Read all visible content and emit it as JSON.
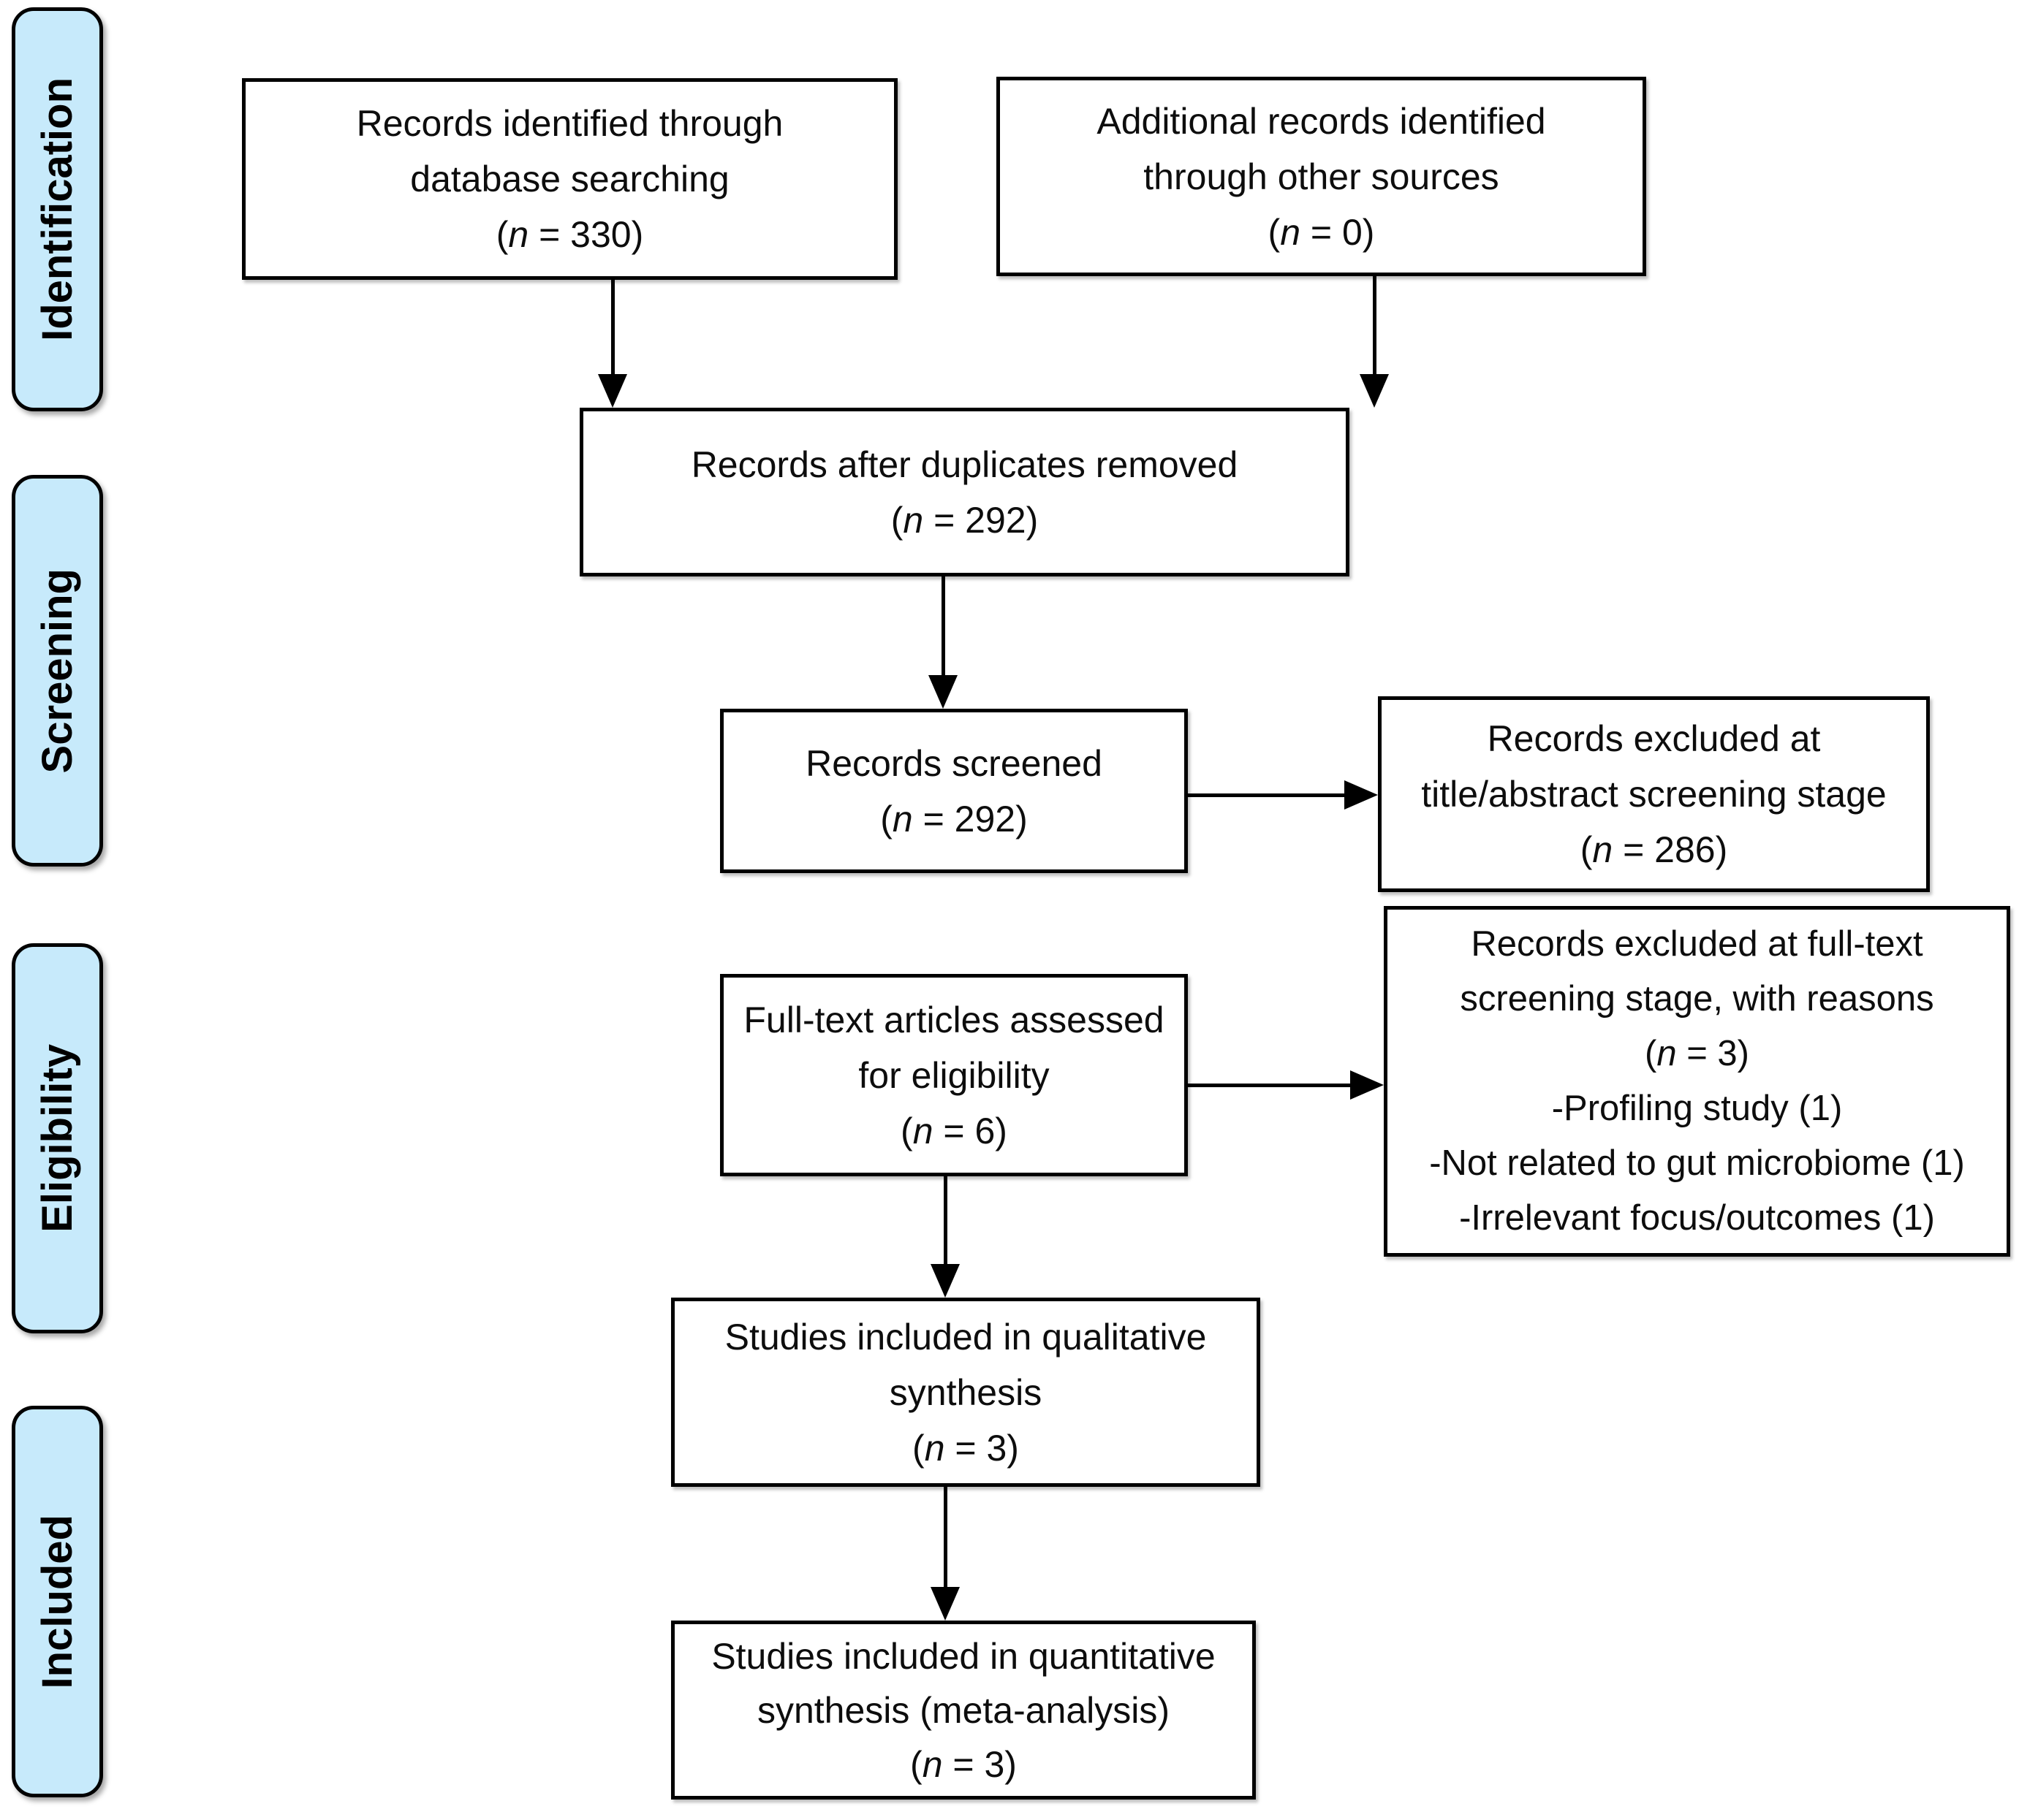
{
  "stages": {
    "identification": "Identification",
    "screening": "Screening",
    "eligibility": "Eligibility",
    "included": "Included"
  },
  "boxes": {
    "identified": {
      "text": "Records identified through\ndatabase searching",
      "count": "(n = 330)"
    },
    "additional": {
      "text": "Additional records identified\nthrough other sources",
      "count": "(n = 0)"
    },
    "deduplicated": {
      "text": "Records after duplicates removed",
      "count": "(n = 292)"
    },
    "screened": {
      "text": "Records screened",
      "count": "(n = 292)"
    },
    "excluded_screening": {
      "text": "Records excluded at\ntitle/abstract screening stage",
      "count": "(n = 286)"
    },
    "fulltext_assessed": {
      "text": "Full-text articles assessed\nfor eligibility",
      "count": "(n = 6)"
    },
    "excluded_fulltext": {
      "text": "Records excluded at full-text\nscreening stage, with reasons",
      "count": "(n = 3)",
      "reasons": "-Profiling study (1)\n-Not related to gut microbiome (1)\n-Irrelevant focus/outcomes (1)"
    },
    "qualitative": {
      "text": "Studies included in qualitative\nsynthesis",
      "count": "(n = 3)"
    },
    "quantitative": {
      "text": "Studies included in quantitative\nsynthesis (meta-analysis)",
      "count": "(n = 3)"
    }
  },
  "colors": {
    "stage_fill": "#C7EAFB",
    "box_fill": "#FFFFFF",
    "line": "#000000",
    "text": "#0D0D0D",
    "background": "#FFFFFF"
  }
}
